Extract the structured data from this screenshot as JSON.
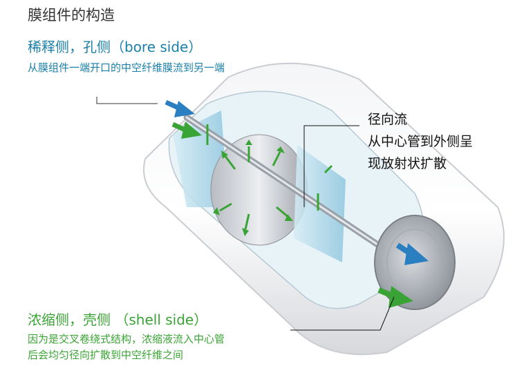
{
  "title": "膜组件的构造",
  "bore": {
    "heading": "稀释侧，孔侧（bore side）",
    "desc": "从膜组件一端开口的中空纤维膜流到另一端"
  },
  "radial": {
    "line1": "径向流",
    "line2": "从中心管到外侧呈",
    "line3": "现放射状扩散"
  },
  "shell": {
    "heading": "浓缩侧，壳侧 （shell side）",
    "line1": "因为是交叉卷绕式结构，浓缩液流入中心管",
    "line2": "后会均匀径向扩散到中空纤维之间"
  },
  "colors": {
    "bore_blue": "#2a7fc0",
    "shell_green": "#3aa335",
    "text_dark": "#111111"
  },
  "icons": [
    "blue-flow-arrow",
    "green-flow-arrow"
  ]
}
